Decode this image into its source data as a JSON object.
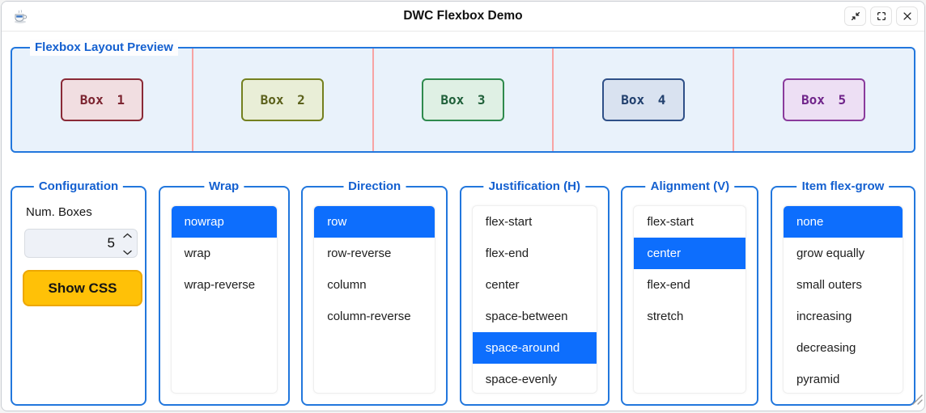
{
  "window": {
    "title": "DWC Flexbox Demo",
    "app_icon": "java-cup-icon",
    "controls": [
      {
        "name": "restore",
        "icon": "restore-icon"
      },
      {
        "name": "maximize",
        "icon": "maximize-icon"
      },
      {
        "name": "close",
        "icon": "close-icon"
      }
    ]
  },
  "colors": {
    "accent_blue": "#0d6efd",
    "fieldset_border_blue": "#2277dd",
    "legend_blue": "#1460d0",
    "preview_background": "#e9f2fb",
    "separator_red": "#f7a3a3",
    "show_css_yellow": "#ffc107",
    "show_css_border": "#eda702"
  },
  "preview": {
    "legend": "Flexbox Layout Preview",
    "separator_color": "#f7a3a3",
    "boxes": [
      {
        "label": "Box 1",
        "border": "#8a2a36",
        "bg": "#f1dee1",
        "text": "#7c2430"
      },
      {
        "label": "Box 2",
        "border": "#74801f",
        "bg": "#e9eed7",
        "text": "#5c611c"
      },
      {
        "label": "Box 3",
        "border": "#2f8a4d",
        "bg": "#dff0e4",
        "text": "#20603a"
      },
      {
        "label": "Box 4",
        "border": "#2f5088",
        "bg": "#d9e2f0",
        "text": "#22406e"
      },
      {
        "label": "Box 5",
        "border": "#8a3b9c",
        "bg": "#eddff4",
        "text": "#70258a"
      }
    ]
  },
  "configuration": {
    "legend": "Configuration",
    "num_boxes_label": "Num. Boxes",
    "num_boxes_value": "5",
    "spinner_icons": [
      "chevron-up-icon",
      "chevron-down-icon"
    ],
    "show_css_label": "Show CSS"
  },
  "panels": [
    {
      "legend": "Wrap",
      "selected": 0,
      "items": [
        "nowrap",
        "wrap",
        "wrap-reverse"
      ]
    },
    {
      "legend": "Direction",
      "selected": 0,
      "items": [
        "row",
        "row-reverse",
        "column",
        "column-reverse"
      ]
    },
    {
      "legend": "Justification (H)",
      "selected": 4,
      "items": [
        "flex-start",
        "flex-end",
        "center",
        "space-between",
        "space-around",
        "space-evenly"
      ]
    },
    {
      "legend": "Alignment (V)",
      "selected": 1,
      "items": [
        "flex-start",
        "center",
        "flex-end",
        "stretch"
      ]
    },
    {
      "legend": "Item flex-grow",
      "selected": 0,
      "items": [
        "none",
        "grow equally",
        "small outers",
        "increasing",
        "decreasing",
        "pyramid"
      ]
    }
  ]
}
